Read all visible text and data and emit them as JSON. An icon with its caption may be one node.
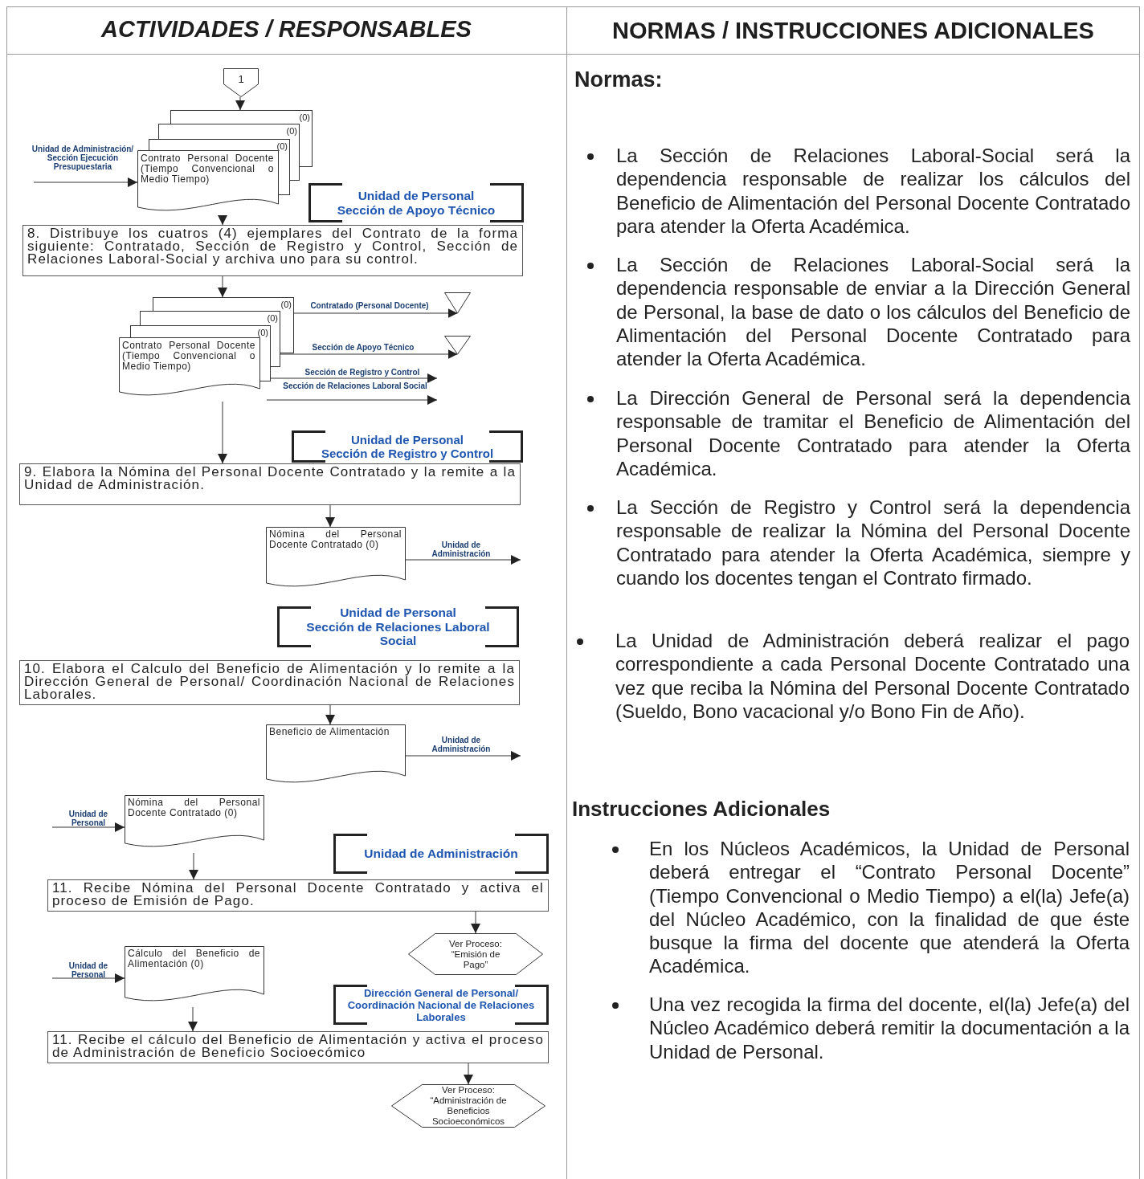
{
  "diagram": {
    "nodes": [
      {
        "text": [
          "1"
        ]
      },
      {
        "text": [
          "Contrato Personal Docente (Tiempo Convencional o Medio Tiempo)",
          "(0)",
          "(0)",
          "(0)"
        ]
      },
      {
        "text": [
          "Unidad de Personal",
          "Sección de Apoyo Técnico"
        ]
      },
      {
        "text": [
          "8. Distribuye los cuatros (4) ejemplares del Contrato de la forma siguiente: Contratado, Sección de Registro y Control, Sección de Relaciones Laboral-Social y archiva uno para su control."
        ]
      },
      {
        "text": [
          "Contrato Personal Docente (Tiempo Convencional o Medio Tiempo)",
          "(0)",
          "(0)",
          "(0)"
        ]
      },
      {
        "text": [],
        "shape": "triangle"
      },
      {
        "text": [],
        "shape": "triangle"
      },
      {
        "text": [
          "Unidad de Personal",
          "Sección de Registro y Control"
        ]
      },
      {
        "text": [
          "9. Elabora la Nómina del Personal Docente Contratado y la remite a la Unidad de Administración."
        ]
      },
      {
        "text": [
          "Nómina del Personal Docente Contratado (0)"
        ]
      },
      {
        "text": [
          "Unidad de Personal",
          "Sección de Relaciones Laboral Social"
        ]
      },
      {
        "text": [
          "10. Elabora el Calculo del Beneficio de Alimentación y lo remite a la Dirección General de Personal/ Coordinación Nacional de Relaciones Laborales."
        ]
      },
      {
        "text": [
          "Beneficio de Alimentación"
        ]
      },
      {
        "text": [
          "Nómina del Personal Docente Contratado (0)"
        ]
      },
      {
        "text": [
          "Unidad de Administración"
        ]
      },
      {
        "text": [
          "11. Recibe Nómina del Personal Docente Contratado y activa el proceso de Emisión de Pago."
        ]
      },
      {
        "text": [
          "Ver Proceso: “Emisión de Pago”"
        ]
      },
      {
        "text": [
          "Cálculo del Beneficio de Alimentación (0)"
        ]
      },
      {
        "text": [
          "Dirección General de Personal/ Coordinación Nacional de Relaciones Laborales"
        ]
      },
      {
        "text": [
          "11. Recibe el cálculo del Beneficio de Alimentación y activa el proceso de Administración de Beneficio Socioecómico"
        ]
      },
      {
        "text": [
          "Ver Proceso: “Administración de Beneficios Socioeconómicos"
        ]
      }
    ],
    "edges": [
      {
        "from": 0,
        "to": 1,
        "arrow": "to"
      },
      {
        "from": null,
        "to": 1,
        "arrow": "to",
        "label": "Unidad de Administración/ Sección Ejecución Presupuestaria"
      },
      {
        "from": 1,
        "to": 3,
        "arrow": "to"
      },
      {
        "from": 3,
        "to": 4,
        "arrow": "to"
      },
      {
        "from": 4,
        "to": 5,
        "arrow": "to",
        "label": "Contratado (Personal Docente)"
      },
      {
        "from": 4,
        "to": 6,
        "arrow": "to",
        "label": "Sección de Apoyo Técnico"
      },
      {
        "from": 4,
        "to": null,
        "arrow": "to",
        "label": "Sección de Registro y Control"
      },
      {
        "from": 4,
        "to": null,
        "arrow": "to",
        "label": "Sección de Relaciones Laboral Social"
      },
      {
        "from": 4,
        "to": 8,
        "arrow": "to"
      },
      {
        "from": 8,
        "to": 9,
        "arrow": "to"
      },
      {
        "from": 9,
        "to": null,
        "arrow": "to",
        "label": "Unidad de Administración"
      },
      {
        "from": 11,
        "to": 12,
        "arrow": "to"
      },
      {
        "from": 12,
        "to": null,
        "arrow": "to",
        "label": "Unidad de Administración"
      },
      {
        "from": null,
        "to": 13,
        "arrow": "to",
        "label": "Unidad de Personal"
      },
      {
        "from": 13,
        "to": 15,
        "arrow": "to"
      },
      {
        "from": 15,
        "to": 16,
        "arrow": "to"
      },
      {
        "from": null,
        "to": 17,
        "arrow": "to",
        "label": "Unidad de Personal"
      },
      {
        "from": 17,
        "to": 19,
        "arrow": "to"
      },
      {
        "from": 19,
        "to": 20,
        "arrow": "to"
      }
    ],
    "labels": [
      "ACTIVIDADES / RESPONSABLES",
      "NORMAS / INSTRUCCIONES ADICIONALES",
      "Normas:",
      "La Sección de Relaciones Laboral-Social será la dependencia responsable de realizar los cálculos del Beneficio de Alimentación del Personal Docente Contratado para atender la Oferta Académica.",
      "La Sección de Relaciones Laboral-Social será la dependencia responsable de enviar a la Dirección General de Personal, la base de dato o los cálculos del Beneficio de Alimentación del Personal Docente Contratado para atender la Oferta Académica.",
      "La Dirección General de Personal será la dependencia responsable de tramitar el Beneficio de Alimentación del Personal Docente Contratado para atender la Oferta Académica.",
      "La Sección de Registro y Control será la dependencia responsable de realizar la Nómina del Personal Docente Contratado para atender la Oferta Académica, siempre y cuando los docentes tengan el Contrato firmado.",
      "La Unidad de Administración deberá realizar el pago correspondiente a cada Personal Docente Contratado una vez que reciba la Nómina del Personal Docente Contratado (Sueldo, Bono vacacional y/o Bono Fin de Año).",
      "Instrucciones Adicionales",
      "En los Núcleos Académicos, la Unidad de Personal deberá entregar el “Contrato Personal Docente” (Tiempo Convencional o Medio Tiempo) a el(la) Jefe(a) del Núcleo Académico, con la finalidad de que éste busque la firma del docente que atenderá la Oferta Académica.",
      "Una vez recogida la firma del docente, el(la) Jefe(a) del Núcleo Académico deberá remitir la documentación a la Unidad de Personal."
    ]
  }
}
